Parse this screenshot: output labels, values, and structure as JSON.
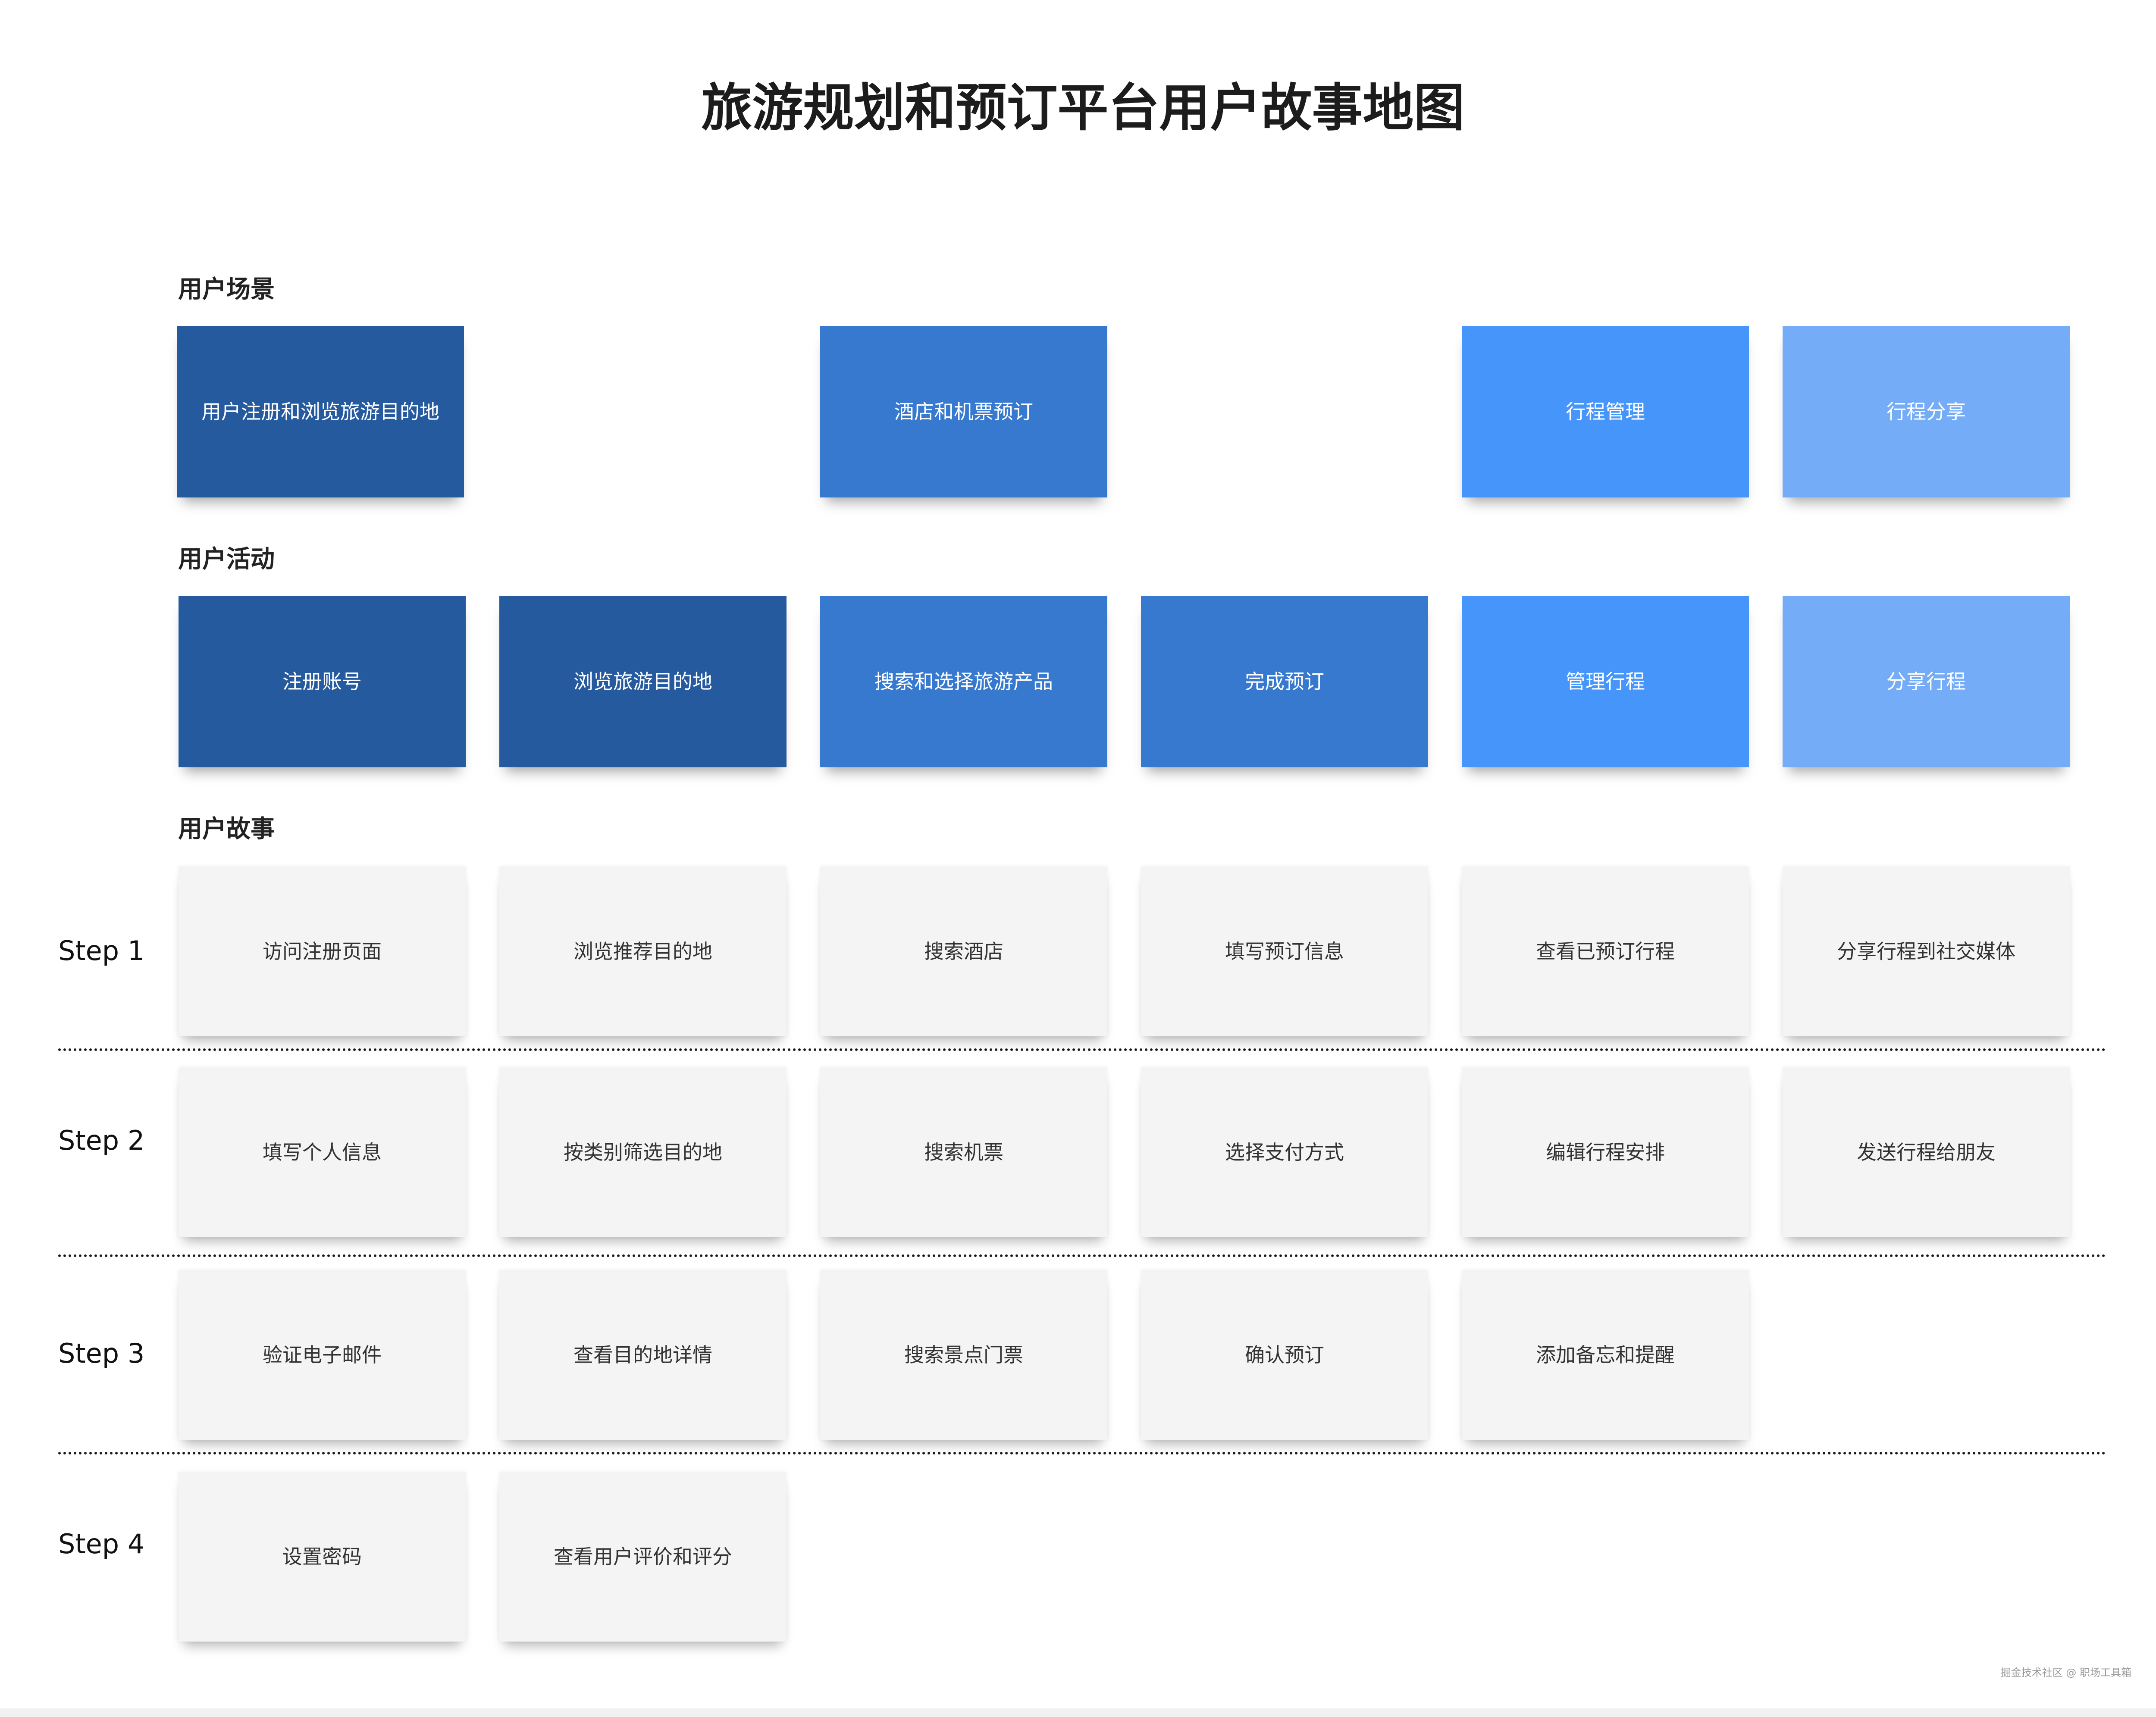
{
  "title": "旅游规划和预订平台用户故事地图",
  "sections": {
    "scenarios_label": "用户场景",
    "activities_label": "用户活动",
    "stories_label": "用户故事"
  },
  "colors": {
    "dark_blue": "#265A9E",
    "mid_blue": "#3679CF",
    "bright_blue": "#4595FB",
    "light_blue": "#74ACF8",
    "story_card": "#F4F4F4"
  },
  "scenarios": [
    {
      "label": "用户注册和浏览旅游目的地",
      "color": "#265A9E"
    },
    {
      "label": "酒店和机票预订",
      "color": "#3679CF"
    },
    {
      "label": "行程管理",
      "color": "#4595FB"
    },
    {
      "label": "行程分享",
      "color": "#74ACF8"
    }
  ],
  "activities": [
    {
      "label": "注册账号",
      "color": "#265A9E"
    },
    {
      "label": "浏览旅游目的地",
      "color": "#265A9E"
    },
    {
      "label": "搜索和选择旅游产品",
      "color": "#3679CF"
    },
    {
      "label": "完成预订",
      "color": "#3679CF"
    },
    {
      "label": "管理行程",
      "color": "#4595FB"
    },
    {
      "label": "分享行程",
      "color": "#74ACF8"
    }
  ],
  "steps": [
    {
      "label": "Step 1",
      "stories": [
        "访问注册页面",
        "浏览推荐目的地",
        "搜索酒店",
        "填写预订信息",
        "查看已预订行程",
        "分享行程到社交媒体"
      ]
    },
    {
      "label": "Step 2",
      "stories": [
        "填写个人信息",
        "按类别筛选目的地",
        "搜索机票",
        "选择支付方式",
        "编辑行程安排",
        "发送行程给朋友"
      ]
    },
    {
      "label": "Step 3",
      "stories": [
        "验证电子邮件",
        "查看目的地详情",
        "搜索景点门票",
        "确认预订",
        "添加备忘和提醒"
      ]
    },
    {
      "label": "Step 4",
      "stories": [
        "设置密码",
        "查看用户评价和评分"
      ]
    }
  ],
  "watermark": "掘金技术社区 @ 职场工具箱"
}
